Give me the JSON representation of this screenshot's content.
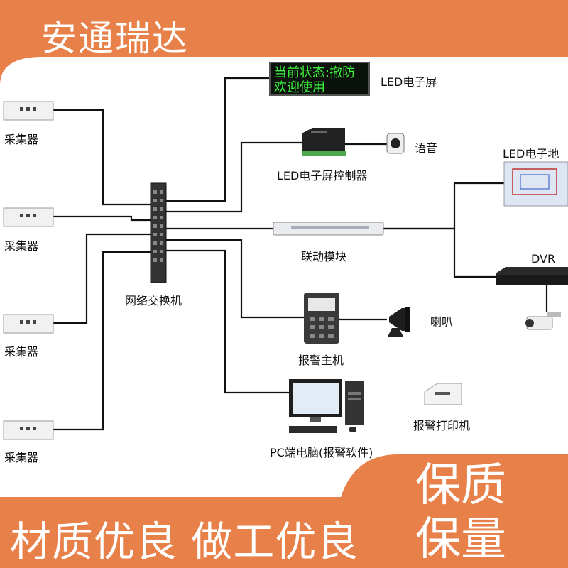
{
  "brand": "安通瑞达",
  "slogan": "材质优良 做工优良",
  "quality": {
    "line1": "保质",
    "line2": "保量"
  },
  "led_screen": {
    "line1": "当前状态:撤防",
    "line2": "欢迎使用"
  },
  "labels": {
    "collector": "采集器",
    "switch": "网络交换机",
    "led_screen": "LED电子屏",
    "voice": "语音",
    "led_controller": "LED电子屏控制器",
    "led_map": "LED电子地",
    "linkage": "联动模块",
    "dvr": "DVR",
    "horn": "喇叭",
    "alarm_host": "报警主机",
    "pc": "PC端电脑(报警软件)",
    "printer": "报警打印机"
  },
  "colors": {
    "accent": "#e8804a",
    "panel": "#ffffff",
    "line": "#111111",
    "led_text": "#3cf53c"
  }
}
